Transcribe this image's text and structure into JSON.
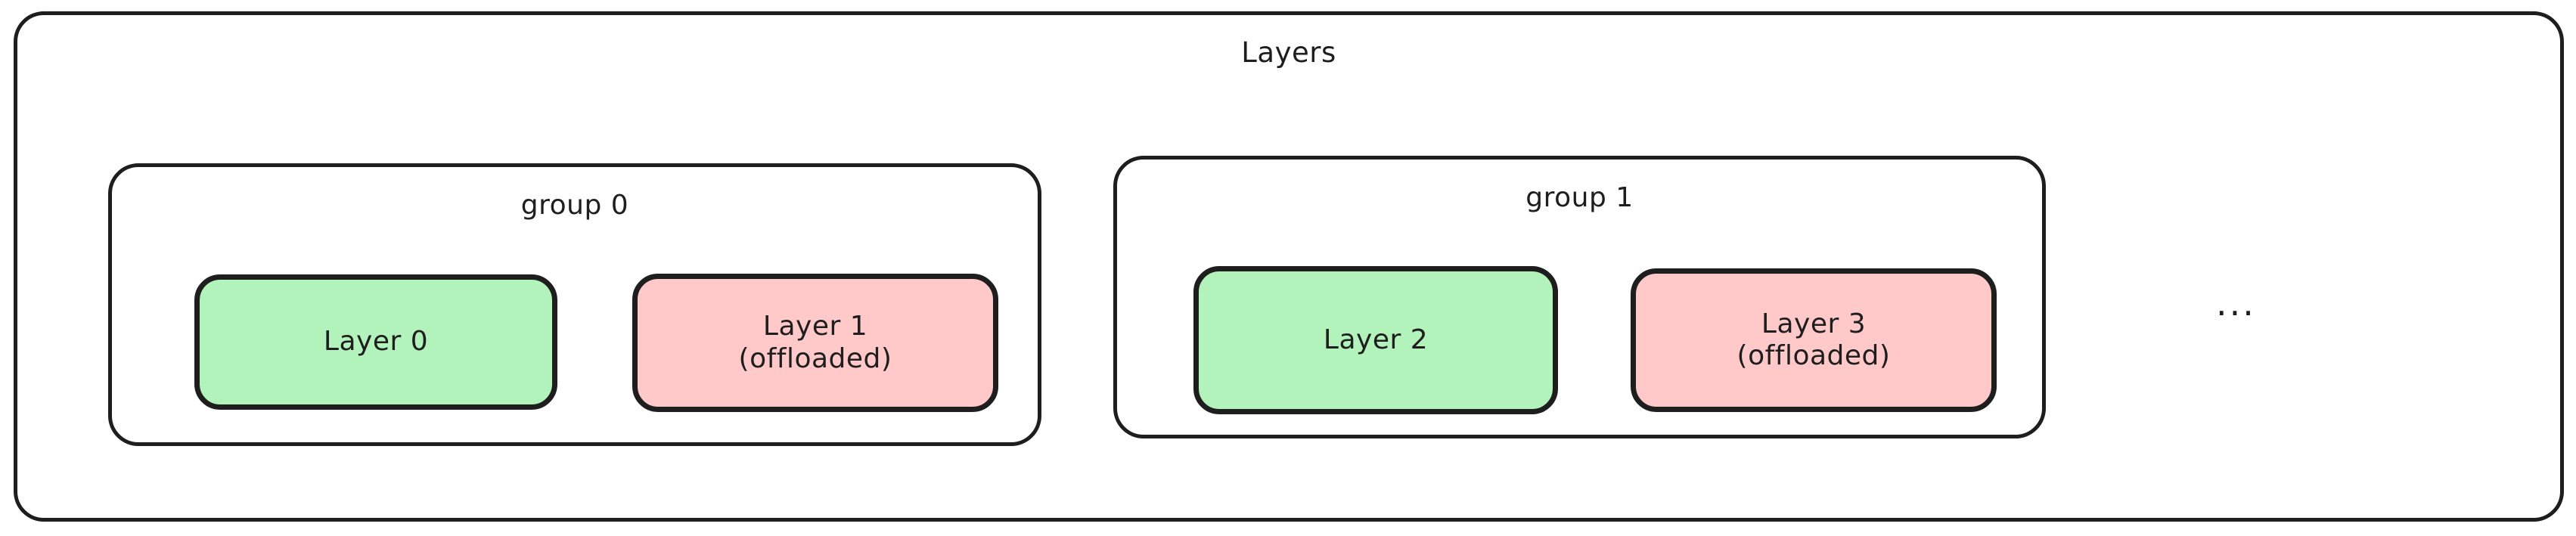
{
  "diagram": {
    "title": "Layers",
    "style": "hand-drawn",
    "background_color": "#ffffff",
    "stroke_color": "#1e1e1e",
    "continuation_marker": "...",
    "groups": [
      {
        "label": "group 0",
        "layers": [
          {
            "name": "Layer 0",
            "state": "",
            "text": "Layer 0",
            "fill_color": "#b2f2bb"
          },
          {
            "name": "Layer 1",
            "state": "offloaded",
            "text": "Layer 1\n(offloaded)",
            "fill_color": "#ffc9c9"
          }
        ]
      },
      {
        "label": "group 1",
        "layers": [
          {
            "name": "Layer 2",
            "state": "",
            "text": "Layer 2",
            "fill_color": "#b2f2bb"
          },
          {
            "name": "Layer 3",
            "state": "offloaded",
            "text": "Layer 3\n(offloaded)",
            "fill_color": "#ffc9c9"
          }
        ]
      }
    ]
  }
}
